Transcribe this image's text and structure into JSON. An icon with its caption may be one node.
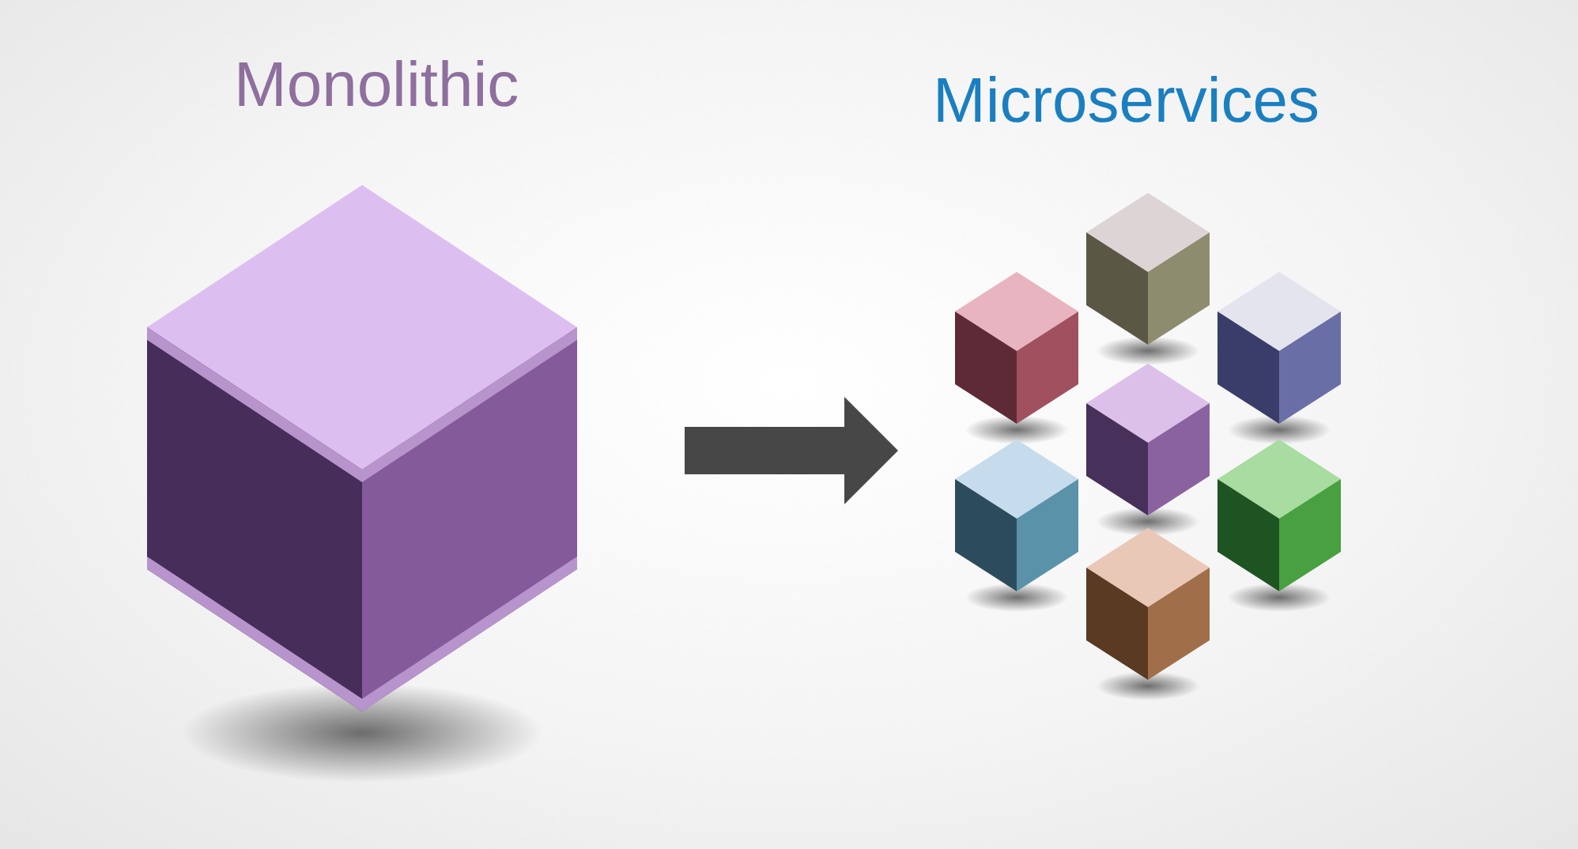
{
  "diagram": {
    "nodes": [
      {
        "text": [
          "Monolithic"
        ]
      },
      {
        "text": [
          "Microservices"
        ]
      },
      {
        "text": [],
        "shape": "cube",
        "in": 1
      },
      {
        "text": [],
        "shape": "cube",
        "in": 1
      },
      {
        "text": [],
        "shape": "cube",
        "in": 1
      },
      {
        "text": [],
        "shape": "cube",
        "in": 1
      },
      {
        "text": [],
        "shape": "cube",
        "in": 1
      },
      {
        "text": [],
        "shape": "cube",
        "in": 1
      },
      {
        "text": [],
        "shape": "cube",
        "in": 1
      }
    ],
    "edges": [
      {
        "from": 0,
        "to": 1,
        "arrow": "to"
      }
    ]
  }
}
